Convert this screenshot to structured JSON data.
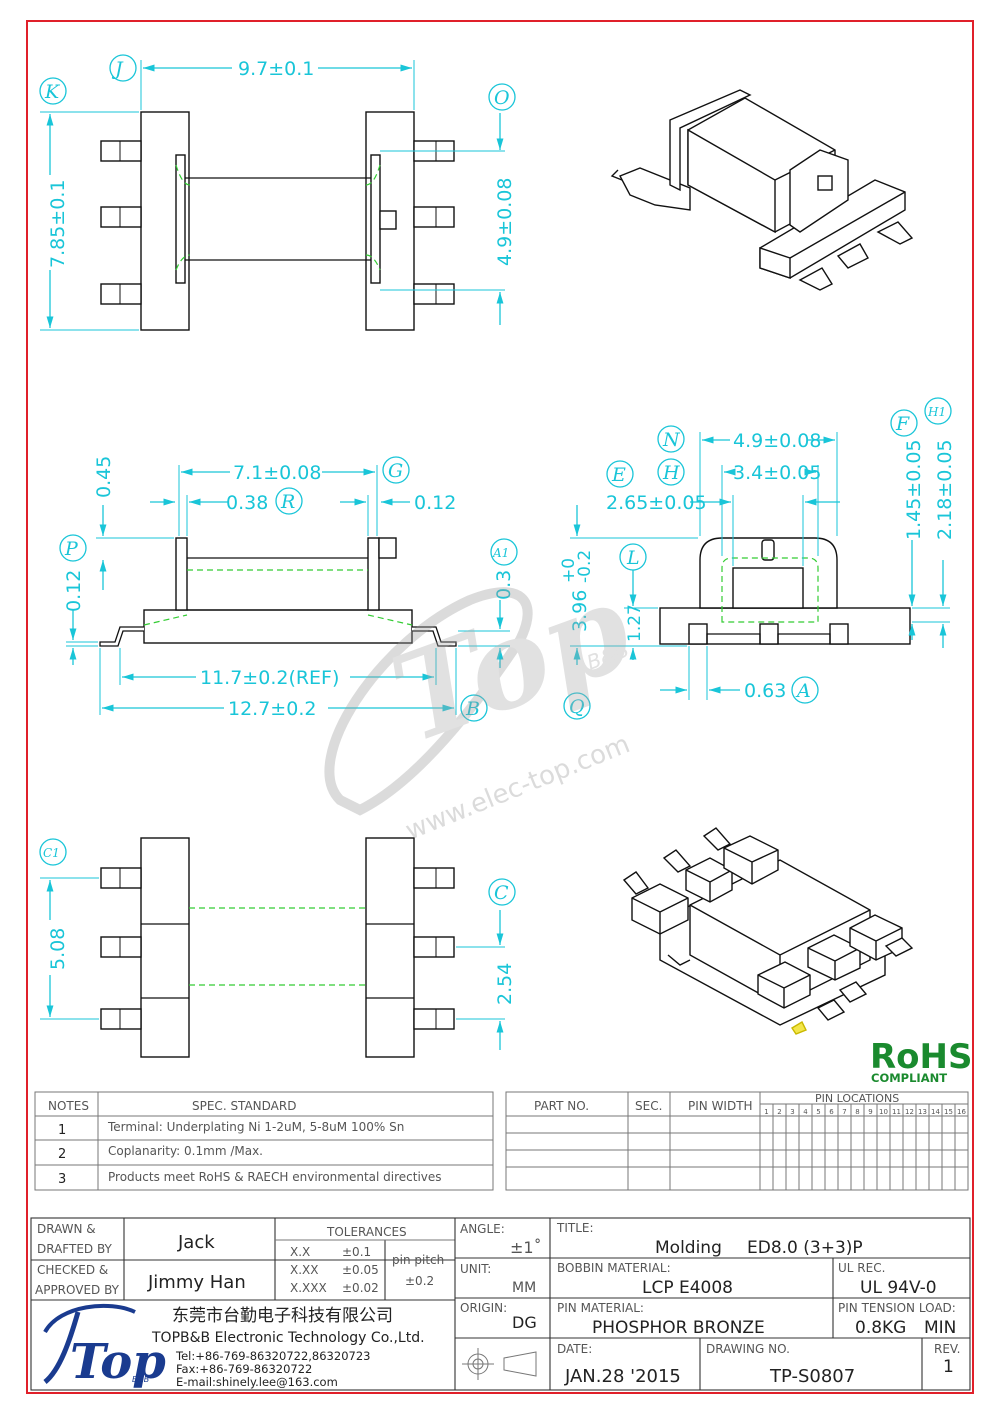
{
  "dimensions": {
    "top_view": {
      "width": "9.7±0.1",
      "height": "7.85±0.1",
      "pin_span": "4.9±0.08"
    },
    "side_view": {
      "inner": "7.1±0.08",
      "d038": "0.38",
      "d012": "0.12",
      "d045": "0.45",
      "d012b": "0.12",
      "d03": "0.3",
      "ref": "11.7±0.2(REF)",
      "overall": "12.7±0.2"
    },
    "end_view": {
      "w49": "4.9±0.08",
      "w34": "3.4±0.05",
      "w265": "2.65±0.05",
      "h396": "3.96",
      "h396_tol_plus": "+0",
      "h396_tol_minus": "-0.2",
      "h127": "1.27",
      "h145": "1.45±0.05",
      "h218": "2.18±0.05",
      "d063": "0.63"
    },
    "bottom_view": {
      "pitch2": "5.08",
      "pitch": "2.54"
    }
  },
  "labels": {
    "J": "J",
    "K": "K",
    "O": "O",
    "G": "G",
    "R": "R",
    "P": "P",
    "A1": "A1",
    "B": "B",
    "N": "N",
    "E": "E",
    "H": "H",
    "F": "F",
    "H1": "H1",
    "L": "L",
    "Q": "Q",
    "A": "A",
    "C1": "C1",
    "C": "C"
  },
  "watermark": {
    "text": "www.elec-top.com",
    "logo": "Top",
    "sub": "B&B"
  },
  "rohs": {
    "mark": "RoHS",
    "sub": "COMPLIANT",
    "color": "#1a8a2e"
  },
  "notes_table": {
    "headers": [
      "NOTES",
      "SPEC. STANDARD"
    ],
    "rows": [
      {
        "no": "1",
        "text": "Terminal: Underplating Ni 1-2uM, 5-8uM 100% Sn"
      },
      {
        "no": "2",
        "text": "Coplanarity: 0.1mm /Max."
      },
      {
        "no": "3",
        "text": "Products meet RoHS & RAECH environmental directives"
      }
    ]
  },
  "part_table": {
    "headers": [
      "PART NO.",
      "SEC.",
      "PIN WIDTH",
      "PIN LOCATIONS"
    ],
    "pin_numbers": [
      "1",
      "2",
      "3",
      "4",
      "5",
      "6",
      "7",
      "8",
      "9",
      "10",
      "11",
      "12",
      "13",
      "14",
      "15",
      "16"
    ]
  },
  "title_block": {
    "drawn_label": "DRAWN &\nDRAFTED BY",
    "drawn_label_1": "DRAWN &",
    "drawn_label_2": "DRAFTED BY",
    "drawn_by": "Jack",
    "checked_label_1": "CHECKED &",
    "checked_label_2": "APPROVED BY",
    "checked_by": "Jimmy Han",
    "tolerances_label": "TOLERANCES",
    "tol_rows": [
      {
        "fmt": "X.X",
        "val": "±0.1"
      },
      {
        "fmt": "X.XX",
        "val": "±0.05"
      },
      {
        "fmt": "X.XXX",
        "val": "±0.02"
      }
    ],
    "pin_pitch_label": "pin pitch",
    "pin_pitch": "±0.2",
    "angle_label": "ANGLE:",
    "angle": "±1˚",
    "unit_label": "UNIT:",
    "unit": "MM",
    "origin_label": "ORIGIN:",
    "origin": "DG",
    "title_label": "TITLE:",
    "title_1": "Molding",
    "title_2": "ED8.0  (3+3)P",
    "bobbin_label": "BOBBIN MATERIAL:",
    "bobbin": "LCP  E4008",
    "ul_label": "UL REC.",
    "ul": "UL  94V-0",
    "pin_mat_label": "PIN MATERIAL:",
    "pin_mat": "PHOSPHOR  BRONZE",
    "tension_label": "PIN TENSION LOAD:",
    "tension": "0.8KG",
    "tension_unit": "MIN",
    "date_label": "DATE:",
    "date": "JAN.28 '2015",
    "drawing_no_label": "DRAWING NO.",
    "drawing_no": "TP-S0807",
    "rev_label": "REV.",
    "rev": "1",
    "company_cn": "东莞市台勤电子科技有限公司",
    "company_en": "TOPB&B Electronic Technology Co.,Ltd.",
    "tel": "Tel:+86-769-86320722,86320723",
    "fax": "Fax:+86-769-86320722",
    "email": "E-mail:shinely.lee@163.com",
    "logo_text": "Top",
    "logo_sub": "B&B"
  },
  "colors": {
    "border": "#e0202a",
    "dimension": "#19c5d8",
    "hidden": "#33cc33",
    "datum": "#2222cc"
  }
}
